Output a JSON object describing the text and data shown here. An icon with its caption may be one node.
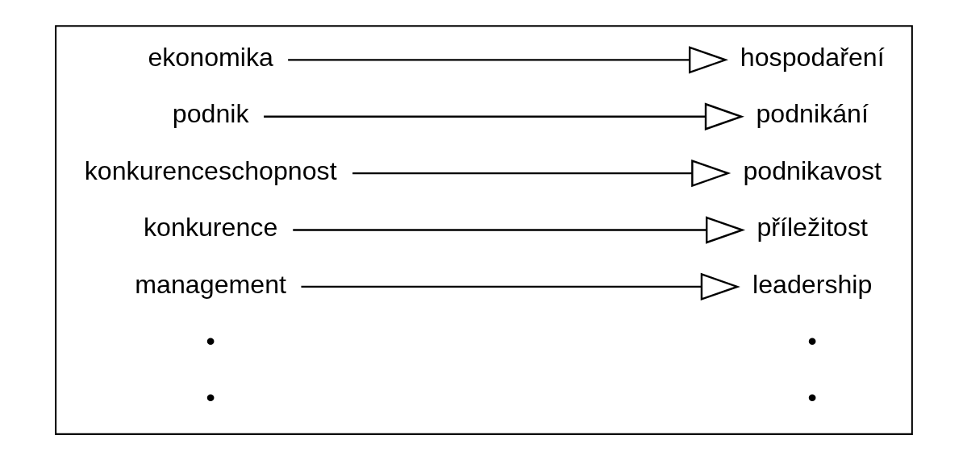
{
  "diagram": {
    "nodes": [
      {
        "text": [],
        "shape": "box"
      },
      {
        "text": [
          "ekonomika"
        ],
        "in": 0
      },
      {
        "text": [
          "hospodaření"
        ],
        "in": 0
      },
      {
        "text": [
          "podnik"
        ],
        "in": 0
      },
      {
        "text": [
          "podnikání"
        ],
        "in": 0
      },
      {
        "text": [
          "konkurenceschopnost"
        ],
        "in": 0
      },
      {
        "text": [
          "podnikavost"
        ],
        "in": 0
      },
      {
        "text": [
          "konkurence"
        ],
        "in": 0
      },
      {
        "text": [
          "příležitost"
        ],
        "in": 0
      },
      {
        "text": [
          "management"
        ],
        "in": 0
      },
      {
        "text": [
          "leadership"
        ],
        "in": 0
      }
    ],
    "edges": [
      {
        "from": 1,
        "to": 2,
        "arrow": "to"
      },
      {
        "from": 3,
        "to": 4,
        "arrow": "to"
      },
      {
        "from": 5,
        "to": 6,
        "arrow": "to"
      },
      {
        "from": 7,
        "to": 8,
        "arrow": "to"
      },
      {
        "from": 9,
        "to": 10,
        "arrow": "to"
      }
    ],
    "labels": [
      "•",
      "•",
      "•",
      "•"
    ]
  }
}
